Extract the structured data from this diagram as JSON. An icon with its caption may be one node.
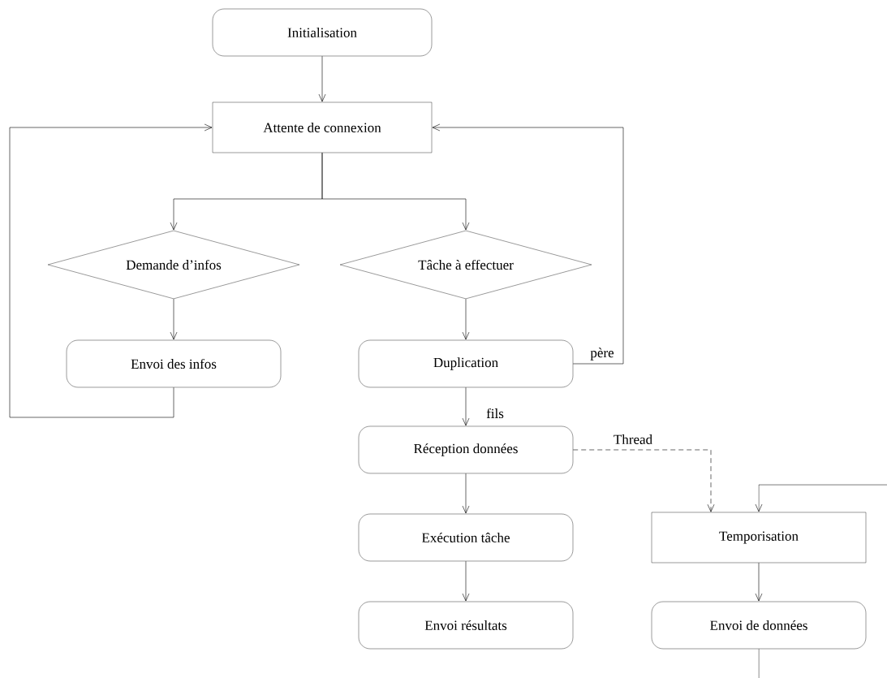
{
  "diagram": {
    "nodes": [
      {
        "text": [
          "Initialisation"
        ]
      },
      {
        "text": [
          "Attente de connexion"
        ]
      },
      {
        "text": [
          "Demande d’infos"
        ]
      },
      {
        "text": [
          "Tâche à effectuer"
        ]
      },
      {
        "text": [
          "Envoi des infos"
        ]
      },
      {
        "text": [
          "Duplication"
        ]
      },
      {
        "text": [
          "Réception données"
        ]
      },
      {
        "text": [
          "Exécution tâche"
        ]
      },
      {
        "text": [
          "Envoi résultats"
        ]
      },
      {
        "text": [
          "Temporisation"
        ]
      },
      {
        "text": [
          "Envoi de données"
        ]
      }
    ],
    "edges": [
      {
        "from": 0,
        "to": 1,
        "arrow": "to"
      },
      {
        "from": 1,
        "to": 2,
        "arrow": "to"
      },
      {
        "from": 1,
        "to": 3,
        "arrow": "to"
      },
      {
        "from": 2,
        "to": 4,
        "arrow": "to"
      },
      {
        "from": 3,
        "to": 5,
        "arrow": "to"
      },
      {
        "from": 4,
        "to": 1,
        "arrow": "to"
      },
      {
        "from": 5,
        "to": 1,
        "arrow": "to",
        "label": "père"
      },
      {
        "from": 5,
        "to": 6,
        "arrow": "to",
        "label": "fils"
      },
      {
        "from": 6,
        "to": 7,
        "arrow": "to"
      },
      {
        "from": 6,
        "to": 9,
        "arrow": "to",
        "label": "Thread",
        "style": "dashed"
      },
      {
        "from": 7,
        "to": 8,
        "arrow": "to"
      },
      {
        "from": 9,
        "to": 10,
        "arrow": "to"
      },
      {
        "from": 10,
        "to": 9,
        "arrow": "to"
      }
    ]
  }
}
